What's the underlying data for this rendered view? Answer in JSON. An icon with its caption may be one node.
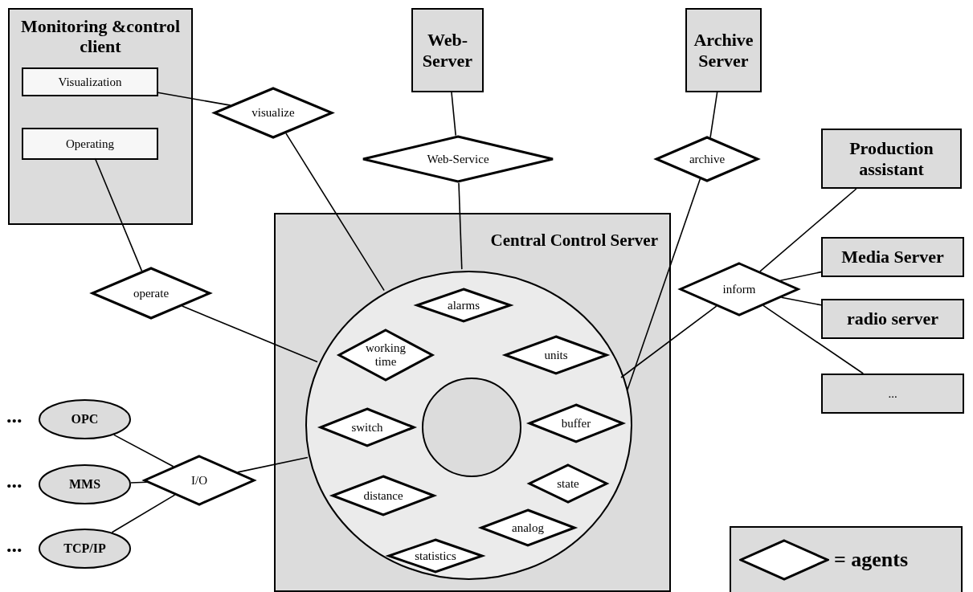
{
  "diagram": {
    "nodes": [
      {
        "text": [
          "Monitoring &control client"
        ]
      },
      {
        "text": [
          "Visualization"
        ],
        "in": 0
      },
      {
        "text": [
          "Operating"
        ],
        "in": 0
      },
      {
        "text": [
          "Web- Server"
        ]
      },
      {
        "text": [
          "Archive Server"
        ]
      },
      {
        "text": [
          "Production assistant"
        ]
      },
      {
        "text": [
          "Media Server"
        ]
      },
      {
        "text": [
          "radio server"
        ]
      },
      {
        "text": [
          "..."
        ]
      },
      {
        "text": [
          "visualize"
        ]
      },
      {
        "text": [
          "Web-Service"
        ]
      },
      {
        "text": [
          "archive"
        ]
      },
      {
        "text": [
          "operate"
        ]
      },
      {
        "text": [
          "inform"
        ]
      },
      {
        "text": [
          "Central Control Server"
        ]
      },
      {
        "text": [],
        "shape": "circle",
        "in": 14
      },
      {
        "text": [
          "alarms"
        ],
        "in": 15
      },
      {
        "text": [
          "working time"
        ],
        "in": 15
      },
      {
        "text": [
          "units"
        ],
        "in": 15
      },
      {
        "text": [
          "switch"
        ],
        "in": 15
      },
      {
        "text": [],
        "shape": "circle",
        "in": 15
      },
      {
        "text": [
          "buffer"
        ],
        "in": 15
      },
      {
        "text": [
          "distance"
        ],
        "in": 15
      },
      {
        "text": [
          "state"
        ],
        "in": 15
      },
      {
        "text": [
          "analog"
        ],
        "in": 15
      },
      {
        "text": [
          "statistics"
        ],
        "in": 15
      },
      {
        "text": [
          "OPC"
        ]
      },
      {
        "text": [
          "MMS"
        ]
      },
      {
        "text": [
          "TCP/IP"
        ]
      },
      {
        "text": [
          "I/O"
        ]
      }
    ],
    "edges": [
      {
        "from": 1,
        "to": 9,
        "arrow": "none"
      },
      {
        "from": 9,
        "to": 15,
        "arrow": "none"
      },
      {
        "from": 3,
        "to": 10,
        "arrow": "none"
      },
      {
        "from": 10,
        "to": 15,
        "arrow": "none"
      },
      {
        "from": 4,
        "to": 11,
        "arrow": "none"
      },
      {
        "from": 11,
        "to": 15,
        "arrow": "none"
      },
      {
        "from": 2,
        "to": 12,
        "arrow": "none"
      },
      {
        "from": 12,
        "to": 15,
        "arrow": "none"
      },
      {
        "from": 15,
        "to": 13,
        "arrow": "none"
      },
      {
        "from": 13,
        "to": 5,
        "arrow": "none"
      },
      {
        "from": 13,
        "to": 6,
        "arrow": "none"
      },
      {
        "from": 13,
        "to": 7,
        "arrow": "none"
      },
      {
        "from": 13,
        "to": 8,
        "arrow": "none"
      },
      {
        "from": 26,
        "to": 29,
        "arrow": "none"
      },
      {
        "from": 27,
        "to": 29,
        "arrow": "none"
      },
      {
        "from": 28,
        "to": 29,
        "arrow": "none"
      },
      {
        "from": 29,
        "to": 15,
        "arrow": "none"
      }
    ],
    "labels": [
      "...",
      "...",
      "..."
    ],
    "legend": [
      {
        "text": "= agents"
      }
    ]
  }
}
